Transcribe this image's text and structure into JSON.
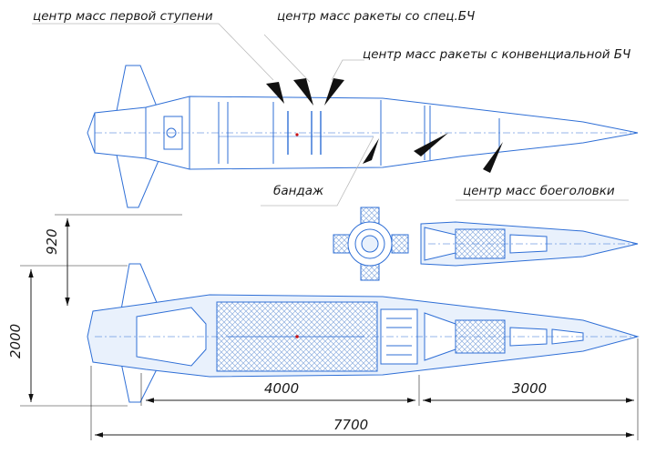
{
  "labels": {
    "first_stage_cm": "центр масс первой ступени",
    "missile_cm_special": "центр масс ракеты со спец.БЧ",
    "missile_cm_conventional": "центр масс ракеты с конвенциальной БЧ",
    "band": "бандаж",
    "warhead_cm": "центр масс боеголовки"
  },
  "dimensions": {
    "length_total": "7700",
    "section_a": "4000",
    "section_b": "3000",
    "diameter_outer": "2000",
    "diameter_body": "920"
  },
  "colors": {
    "outline": "#2f6fd6",
    "light_fill": "#e9f1fc",
    "hatch": "#8fb0e0",
    "dimension": "#222222",
    "center_mark": "#cc1111"
  }
}
